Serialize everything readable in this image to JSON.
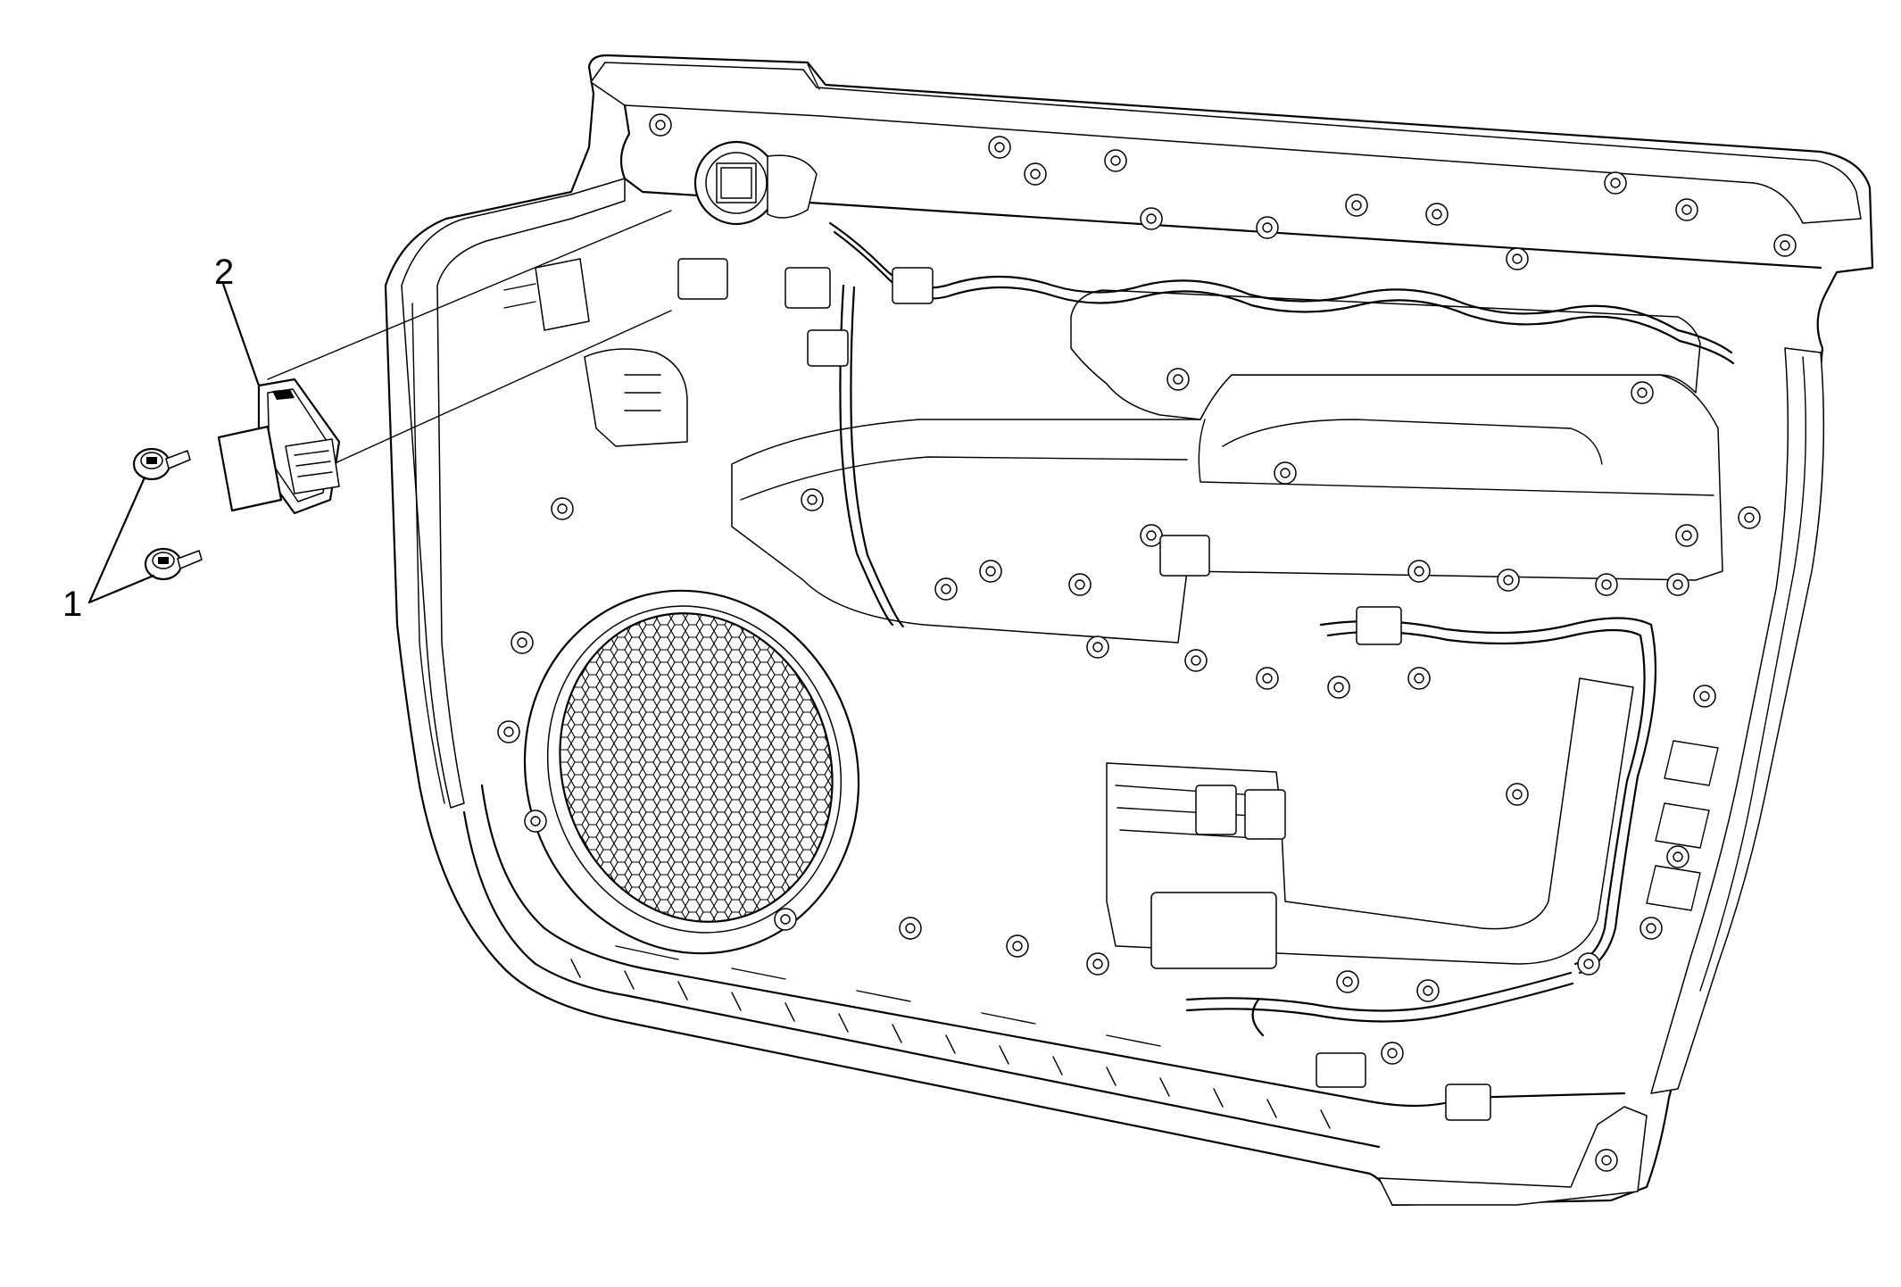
{
  "callouts": [
    {
      "id": "1",
      "label": "1",
      "part": "screw"
    },
    {
      "id": "2",
      "label": "2",
      "part": "switch"
    }
  ],
  "colors": {
    "line": "#000000",
    "background": "#ffffff"
  }
}
